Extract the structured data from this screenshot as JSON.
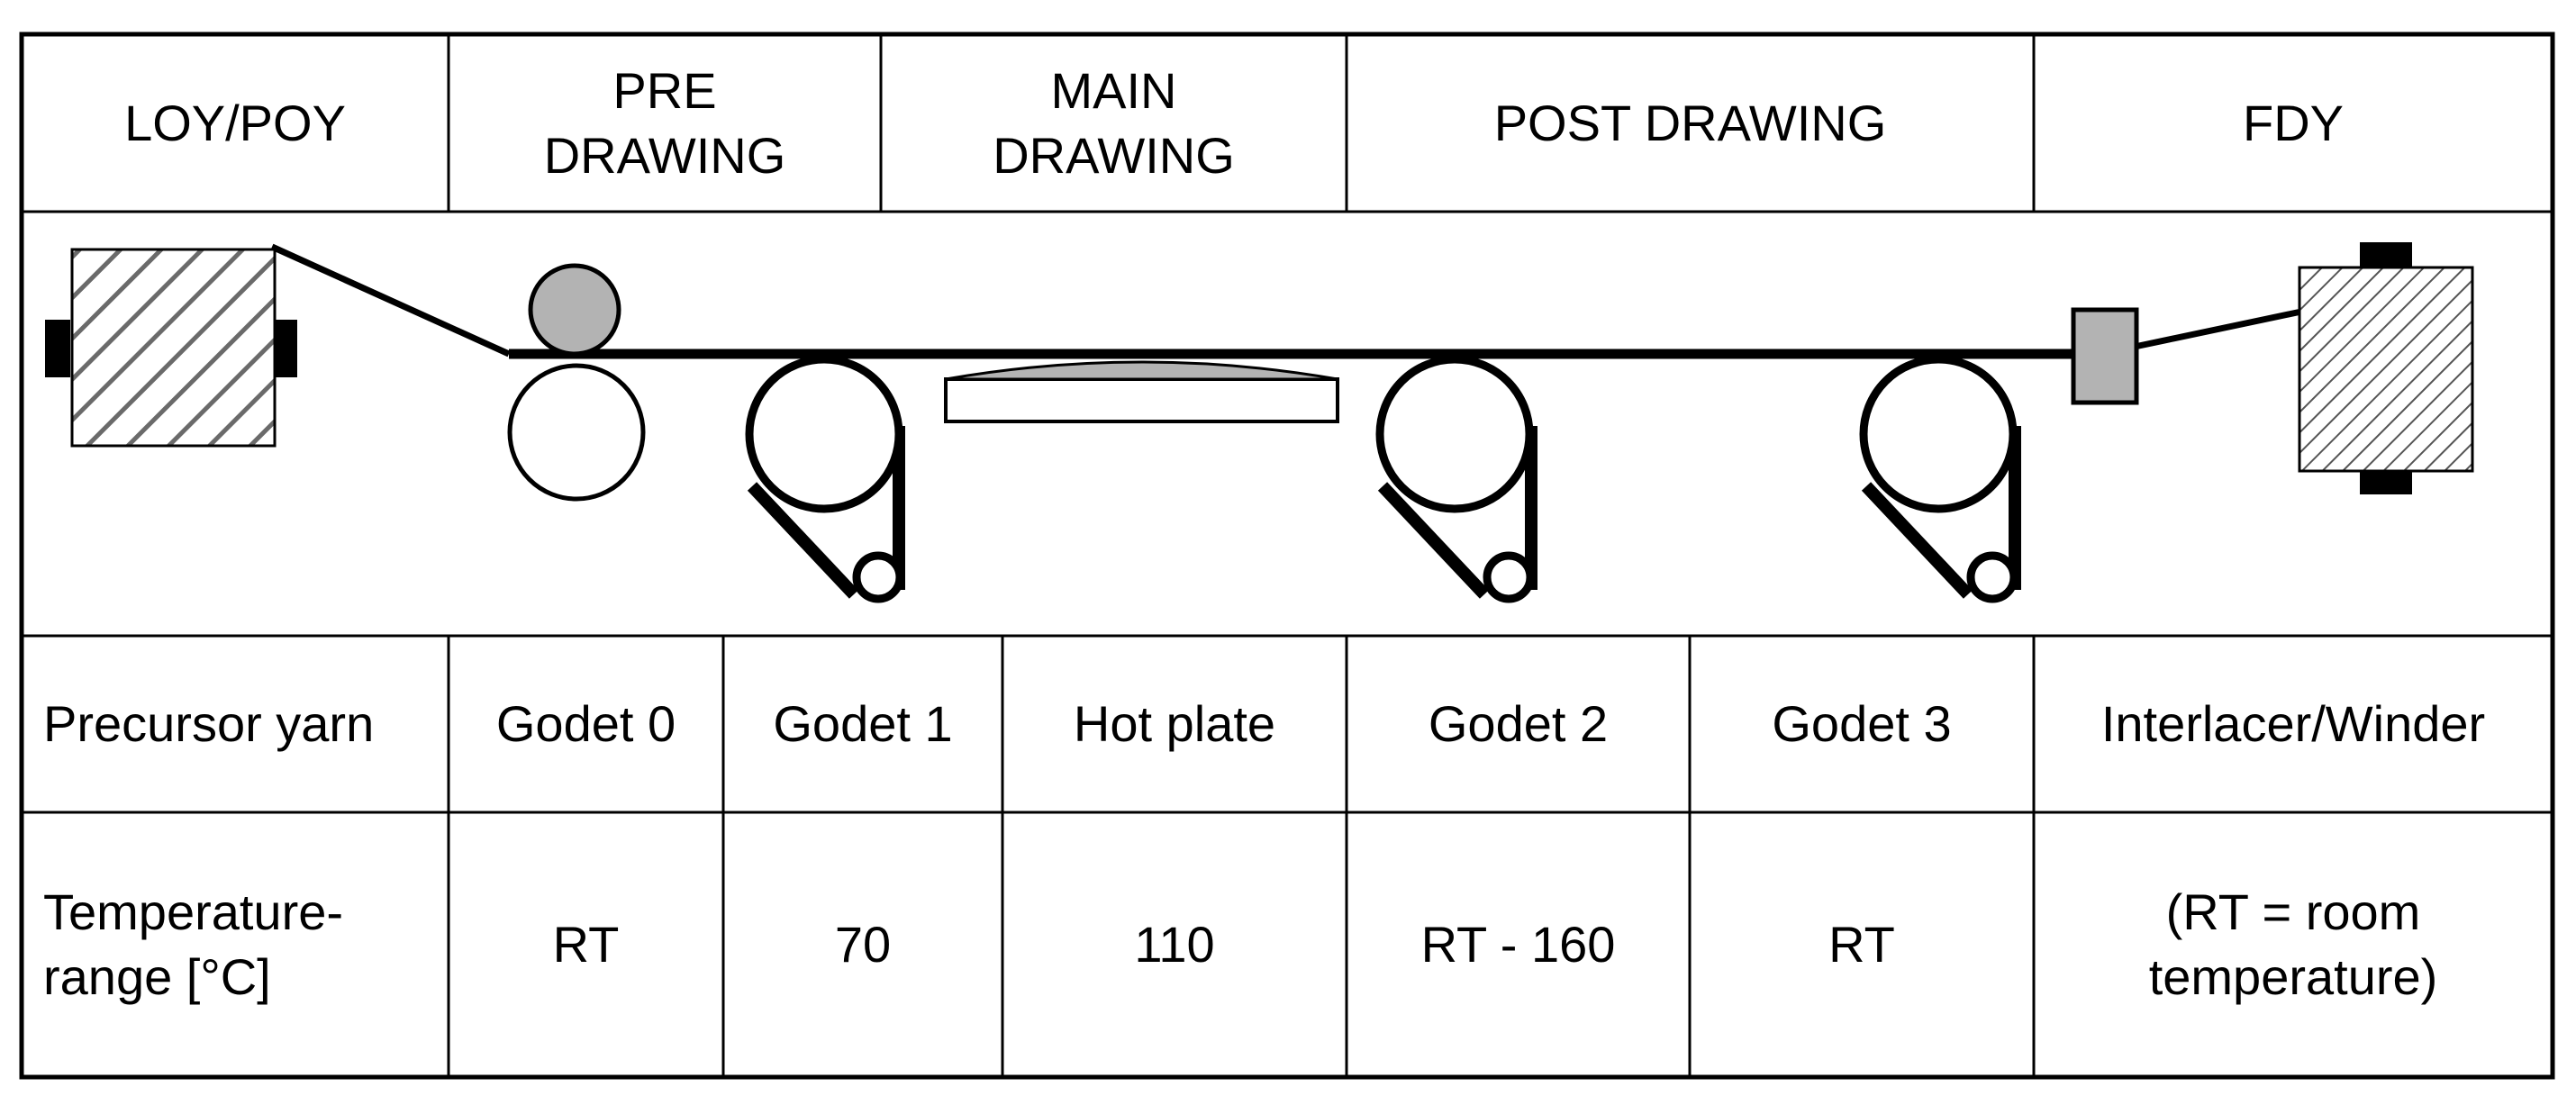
{
  "header": {
    "loy_poy": "LOY/POY",
    "pre_drawing": "PRE\nDRAWING",
    "main_drawing": "MAIN\nDRAWING",
    "post_drawing": "POST DRAWING",
    "fdy": "FDY"
  },
  "components": {
    "precursor_yarn": "Precursor yarn",
    "godet_0": "Godet 0",
    "godet_1": "Godet 1",
    "hot_plate": "Hot plate",
    "godet_2": "Godet 2",
    "godet_3": "Godet 3",
    "interlacer_winder": "Interlacer/Winder"
  },
  "temperatures": {
    "row_label": "Temperature-\nrange [°C]",
    "godet_0": "RT",
    "godet_1": "70",
    "hot_plate": "110",
    "godet_2": "RT - 160",
    "godet_3": "RT",
    "note": "(RT = room\ntemperature)"
  },
  "colors": {
    "line": "#000000",
    "godet_0_top_roll": "#b3b3b3",
    "hot_plate_surface": "#b3b3b3",
    "interlacer": "#b3b3b3",
    "hatch": "#666666"
  }
}
